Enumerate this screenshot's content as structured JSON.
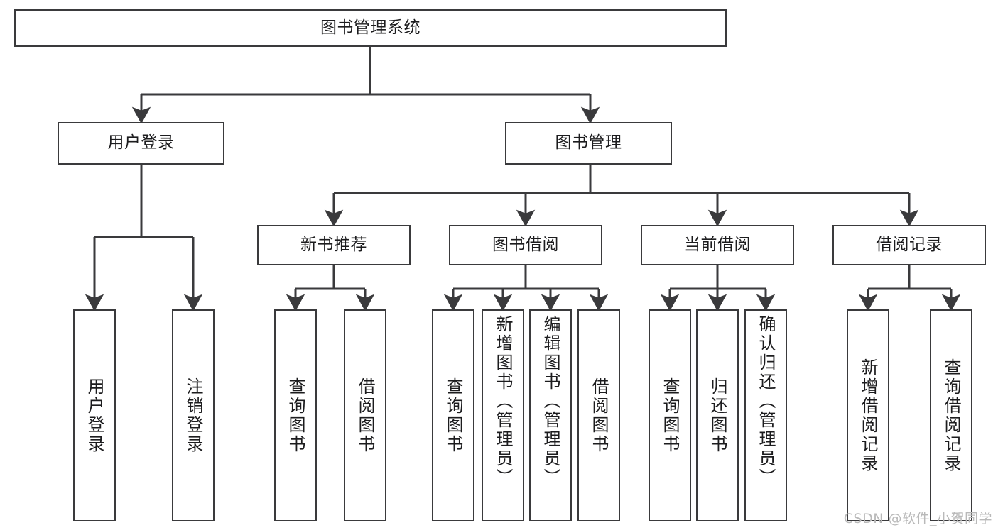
{
  "diagram": {
    "type": "tree-hierarchy-diagram",
    "title": "图书管理系统",
    "line_color": "#3a3a3c",
    "box_fill": "#ffffff",
    "text_color": "#1c1c1e",
    "levels": {
      "root": {
        "label": "图书管理系统"
      },
      "level2": [
        {
          "id": "user-login",
          "label": "用户登录"
        },
        {
          "id": "book-management",
          "label": "图书管理"
        }
      ],
      "level3": [
        {
          "id": "new-book-recommend",
          "label": "新书推荐"
        },
        {
          "id": "book-borrow",
          "label": "图书借阅"
        },
        {
          "id": "current-borrow",
          "label": "当前借阅"
        },
        {
          "id": "borrow-record",
          "label": "借阅记录"
        }
      ],
      "leaves": {
        "user-login": [
          {
            "id": "leaf-user-login",
            "label": "用户登录"
          },
          {
            "id": "leaf-user-logout",
            "label": "注销登录"
          }
        ],
        "new-book-recommend": [
          {
            "id": "leaf-query-book-1",
            "label": "查询图书"
          },
          {
            "id": "leaf-borrow-book-1",
            "label": "借阅图书"
          }
        ],
        "book-borrow": [
          {
            "id": "leaf-query-book-2",
            "label": "查询图书"
          },
          {
            "id": "leaf-add-book-admin",
            "label": "新增图书（管理员）"
          },
          {
            "id": "leaf-edit-book-admin",
            "label": "编辑图书（管理员）"
          },
          {
            "id": "leaf-borrow-book-2",
            "label": "借阅图书"
          }
        ],
        "current-borrow": [
          {
            "id": "leaf-query-book-3",
            "label": "查询图书"
          },
          {
            "id": "leaf-return-book",
            "label": "归还图书"
          },
          {
            "id": "leaf-confirm-return-admin",
            "label": "确认归还（管理员）"
          }
        ],
        "borrow-record": [
          {
            "id": "leaf-add-borrow-record",
            "label": "新增借阅记录"
          },
          {
            "id": "leaf-query-borrow-record",
            "label": "查询借阅记录"
          }
        ]
      }
    }
  },
  "watermark": {
    "text": "CSDN @软件_小贺同学"
  }
}
